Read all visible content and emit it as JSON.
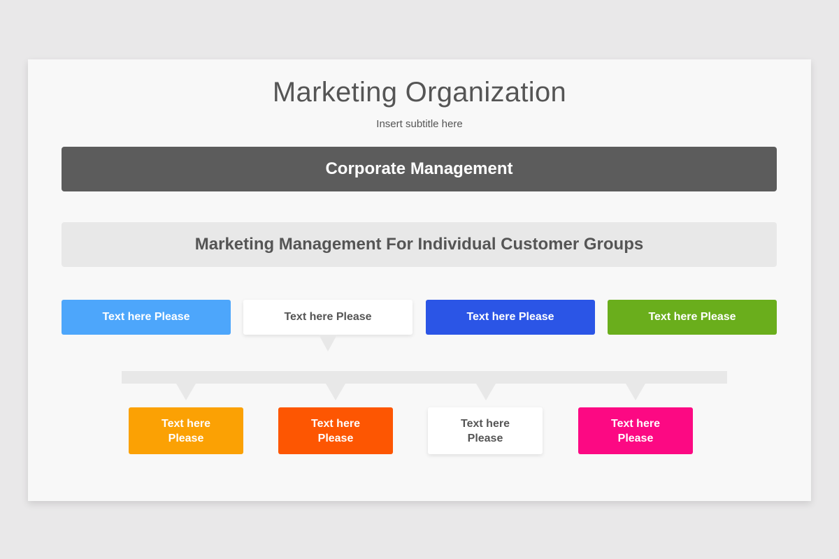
{
  "header": {
    "title": "Marketing Organization",
    "subtitle": "Insert subtitle here"
  },
  "levels": {
    "corporate": "Corporate Management",
    "marketing": "Marketing Management For Individual Customer Groups"
  },
  "row1": [
    {
      "label": "Text here Please",
      "color": "#4da6fb"
    },
    {
      "label": "Text here Please",
      "color": "#ffffff"
    },
    {
      "label": "Text here Please",
      "color": "#2b55e6"
    },
    {
      "label": "Text here Please",
      "color": "#6aae1c"
    }
  ],
  "row2": [
    {
      "label": "Text here Please",
      "color": "#fba104"
    },
    {
      "label": "Text here Please",
      "color": "#fd5602"
    },
    {
      "label": "Text here Please",
      "color": "#ffffff"
    },
    {
      "label": "Text here Please",
      "color": "#fc0983"
    }
  ],
  "colors": {
    "background": "#e9e8e9",
    "slide": "#f8f8f8",
    "corporate_bar": "#5c5c5c",
    "marketing_bar": "#e8e8e8",
    "text_dark": "#555555",
    "connector": "#e8e8e8"
  }
}
